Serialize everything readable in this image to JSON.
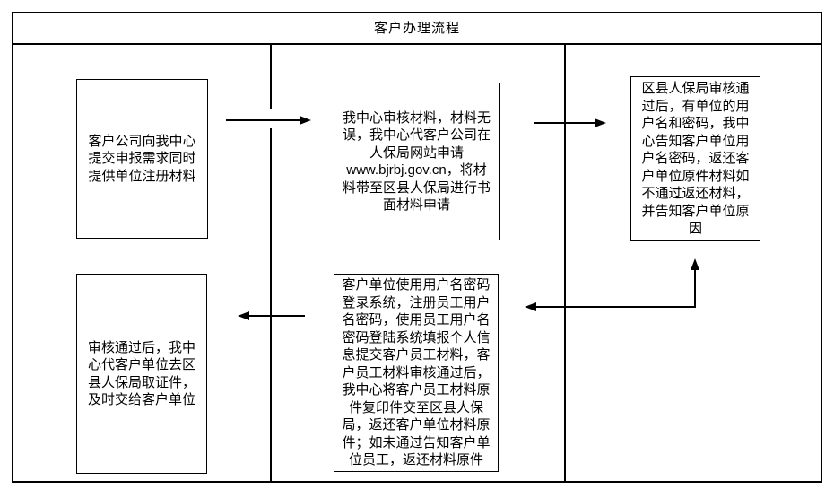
{
  "title": "客户办理流程",
  "colors": {
    "line": "#000000",
    "background": "#ffffff"
  },
  "flowchart": {
    "boxes": [
      {
        "id": "submit-request",
        "lines": [
          "客户公司向我中心",
          "提交申报需求同时",
          "提供单位注册材料"
        ]
      },
      {
        "id": "center-review",
        "lines": [
          "我中心审核材料，材料无",
          "误，我中心代客户公司在",
          "人保局网站申请",
          "www.bjrbj.gov.cn，将材",
          "料带至区县人保局进行书",
          "面材料申请"
        ]
      },
      {
        "id": "bureau-review",
        "lines": [
          "区县人保局审核通",
          "过后，有单位的用",
          "户名和密码，我中",
          "心告知客户单位用",
          "户名密码，返还客",
          "户单位原件材料如",
          "不通过返还材料，",
          "并告知客户单位原",
          "因"
        ]
      },
      {
        "id": "client-login",
        "lines": [
          "客户单位使用用户名密码",
          "登录系统，注册员工用户",
          "名密码，使用员工用户名",
          "密码登陆系统填报个人信",
          "息提交客户员工材料，客",
          "户员工材料审核通过后，",
          "我中心将客户员工材料原",
          "件复印件交至区县人保",
          "局，返还客户单位材料原",
          "件；如未通过告知客户单",
          "位员工，返还材料原件"
        ]
      },
      {
        "id": "collect-certificates",
        "lines": [
          "审核通过后，我中",
          "心代客户单位去区",
          "县人保局取证件，",
          "及时交给客户单位"
        ]
      }
    ],
    "arrows": [
      {
        "from": "submit-request",
        "to": "center-review",
        "direction": "right"
      },
      {
        "from": "center-review",
        "to": "bureau-review",
        "direction": "right"
      },
      {
        "from": "bureau-review",
        "to": "client-login",
        "direction": "down-then-left",
        "heads": [
          "left",
          "up"
        ]
      },
      {
        "from": "client-login",
        "to": "collect-certificates",
        "direction": "left"
      }
    ]
  }
}
